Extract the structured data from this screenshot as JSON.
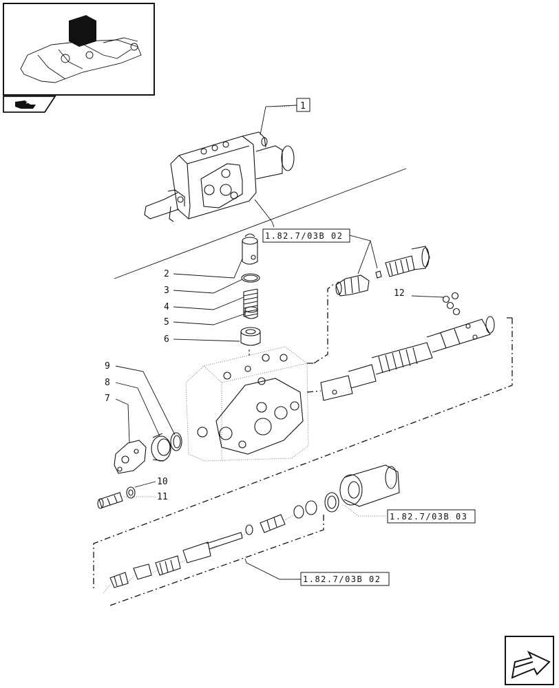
{
  "callouts": {
    "item_1": "1",
    "item_2": "2",
    "item_3": "3",
    "item_4": "4",
    "item_5": "5",
    "item_6": "6",
    "item_7": "7",
    "item_8": "8",
    "item_9": "9",
    "item_10": "10",
    "item_11": "11",
    "item_12": "12"
  },
  "references": {
    "ref_upper": "1.82.7/03B 02",
    "ref_middle": "1.82.7/03B 03",
    "ref_lower": "1.82.7/03B 02"
  },
  "icons": {
    "thumbnail": "tractor-lift-cover-thumbnail-icon",
    "nav_tab": "assembly-hand-icon",
    "next_page": "next-page-arrow-icon"
  }
}
